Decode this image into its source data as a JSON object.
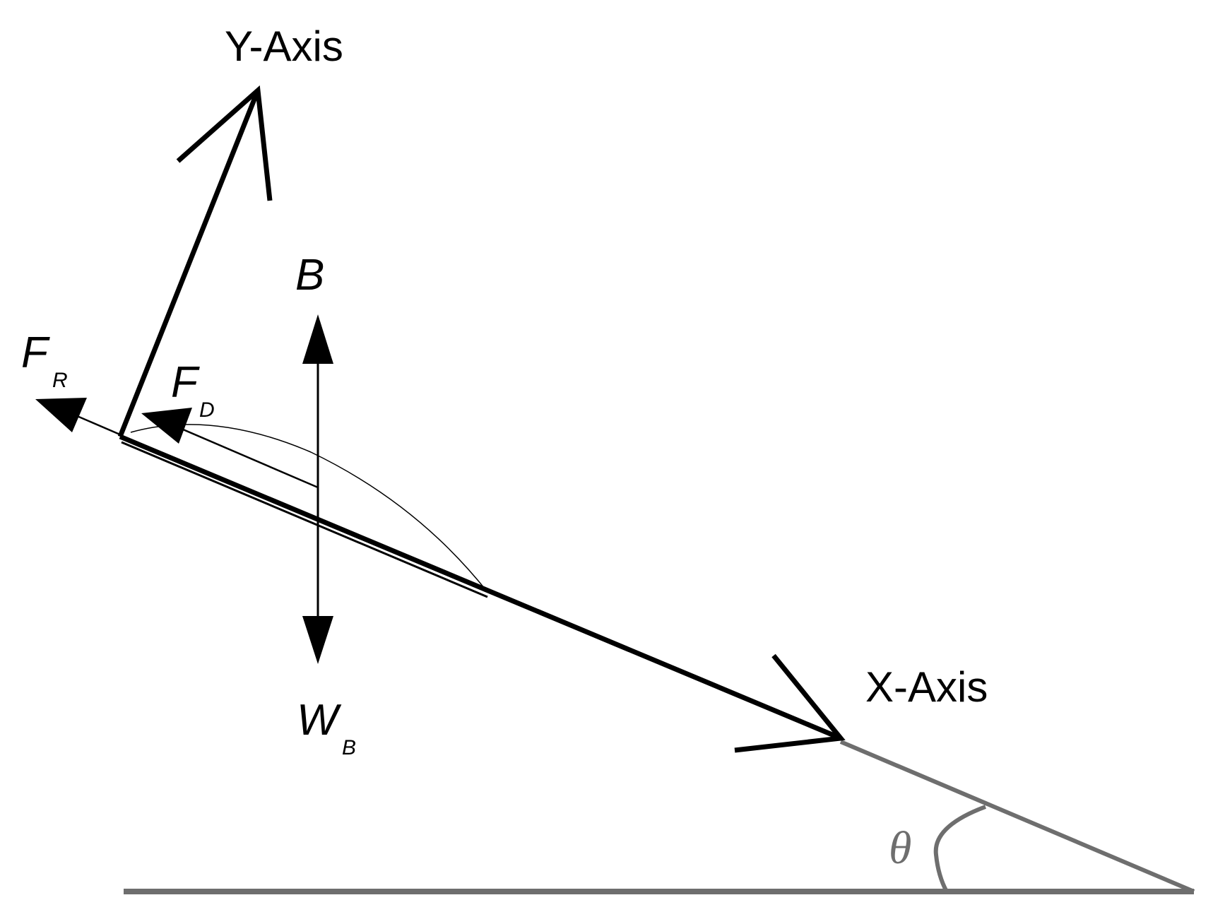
{
  "labels": {
    "y_axis": "Y-Axis",
    "x_axis": "X-Axis",
    "buoyancy": "B",
    "weight_main": "W",
    "weight_sub": "B",
    "fr_main": "F",
    "fr_sub": "R",
    "fd_main": "F",
    "fd_sub": "D",
    "angle": "θ"
  },
  "colors": {
    "ink": "#000000",
    "ground": "#6e6e6e"
  }
}
